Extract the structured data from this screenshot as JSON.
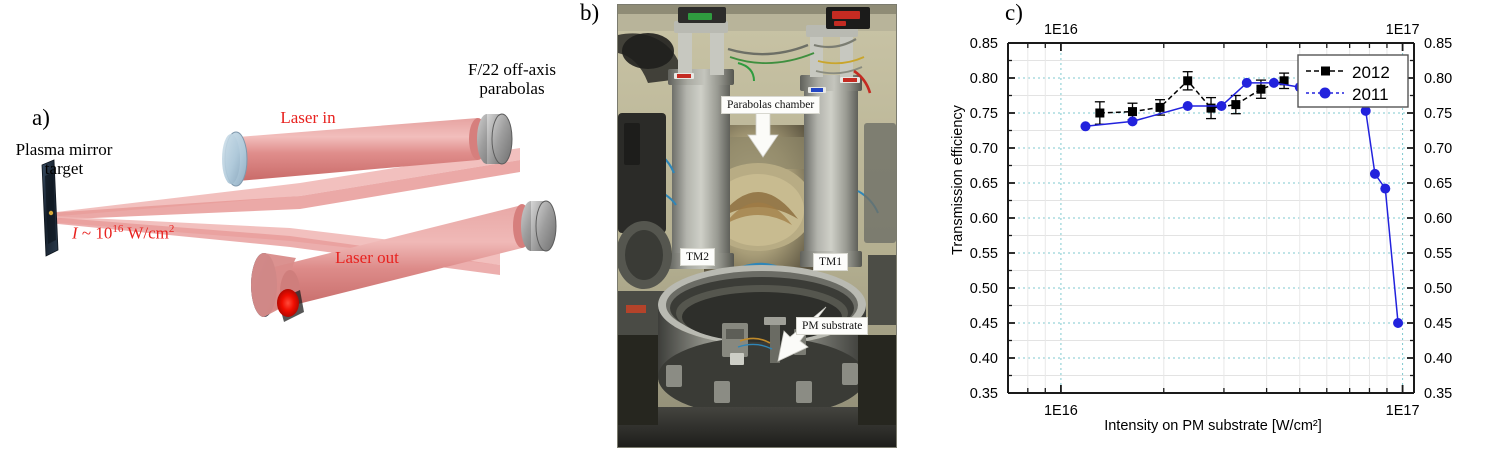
{
  "figure": {
    "panel_a_label": "a)",
    "panel_b_label": "b)",
    "panel_c_label": "c)"
  },
  "panel_a": {
    "title_parabolas": "F/22 off-axis\nparabolas",
    "label_parabolas_line1": "F/22 off-axis",
    "label_parabolas_line2": "parabolas",
    "label_target_line1": "Plasma mirror",
    "label_target_line2": "target",
    "label_laser_in": "Laser in",
    "label_laser_out": "Laser out",
    "intensity_italic": "I",
    "intensity_rest": " ~ 10",
    "intensity_exp": "16",
    "intensity_units": " W/cm",
    "intensity_units_exp": "2",
    "colors": {
      "beam": "#e8908e",
      "beam_dark": "#d2706e",
      "mirror_metal": "#9a9a9a",
      "mirror_blue": "#b9cfdd",
      "red_text": "#e8221f",
      "target": "#1b2a3a",
      "hot_spot": "#ee0000"
    }
  },
  "panel_b": {
    "callouts": [
      {
        "name": "parabolas-chamber",
        "text": "Parabolas chamber"
      },
      {
        "name": "tm2",
        "text": "TM2"
      },
      {
        "name": "tm1",
        "text": "TM1"
      },
      {
        "name": "pm-substrate",
        "text": "PM substrate"
      }
    ]
  },
  "chart_data": {
    "type": "scatter",
    "title": "",
    "xlabel": "Intensity on PM substrate [W/cm²]",
    "ylabel": "Transmission efficiency",
    "xscale": "log",
    "xlim": [
      7000000000000000.0,
      1.08e+17
    ],
    "ylim": [
      0.35,
      0.85
    ],
    "grid": true,
    "legend_position": "top-right",
    "x_tick_labels": [
      "1E16",
      "1E17"
    ],
    "x_tick_values": [
      1e+16,
      1e+17
    ],
    "y_tick_labels": [
      "0.35",
      "0.40",
      "0.45",
      "0.50",
      "0.55",
      "0.60",
      "0.65",
      "0.70",
      "0.75",
      "0.80",
      "0.85"
    ],
    "y_tick_values": [
      0.35,
      0.4,
      0.45,
      0.5,
      0.55,
      0.6,
      0.65,
      0.7,
      0.75,
      0.8,
      0.85
    ],
    "axes_mirrored": true,
    "series": [
      {
        "name": "2012",
        "color": "#000000",
        "marker": "square",
        "x": [
          1.3e+16,
          1.62e+16,
          1.95e+16,
          2.35e+16,
          2.75e+16,
          3.25e+16,
          3.85e+16,
          4.5e+16
        ],
        "y": [
          0.75,
          0.752,
          0.758,
          0.796,
          0.757,
          0.762,
          0.784,
          0.796
        ],
        "yerr": [
          0.016,
          0.012,
          0.011,
          0.013,
          0.015,
          0.013,
          0.013,
          0.011
        ]
      },
      {
        "name": "2011",
        "color": "#2222dd",
        "marker": "circle",
        "x": [
          1.18e+16,
          1.62e+16,
          2.35e+16,
          2.95e+16,
          3.5e+16,
          4.2e+16,
          5e+16,
          5.8e+16,
          6.5e+16,
          7.3e+16,
          7.8e+16,
          8.3e+16,
          8.9e+16,
          9.7e+16
        ],
        "y": [
          0.731,
          0.738,
          0.76,
          0.76,
          0.793,
          0.793,
          0.787,
          0.781,
          0.787,
          0.798,
          0.753,
          0.663,
          0.642,
          0.45
        ]
      }
    ]
  }
}
